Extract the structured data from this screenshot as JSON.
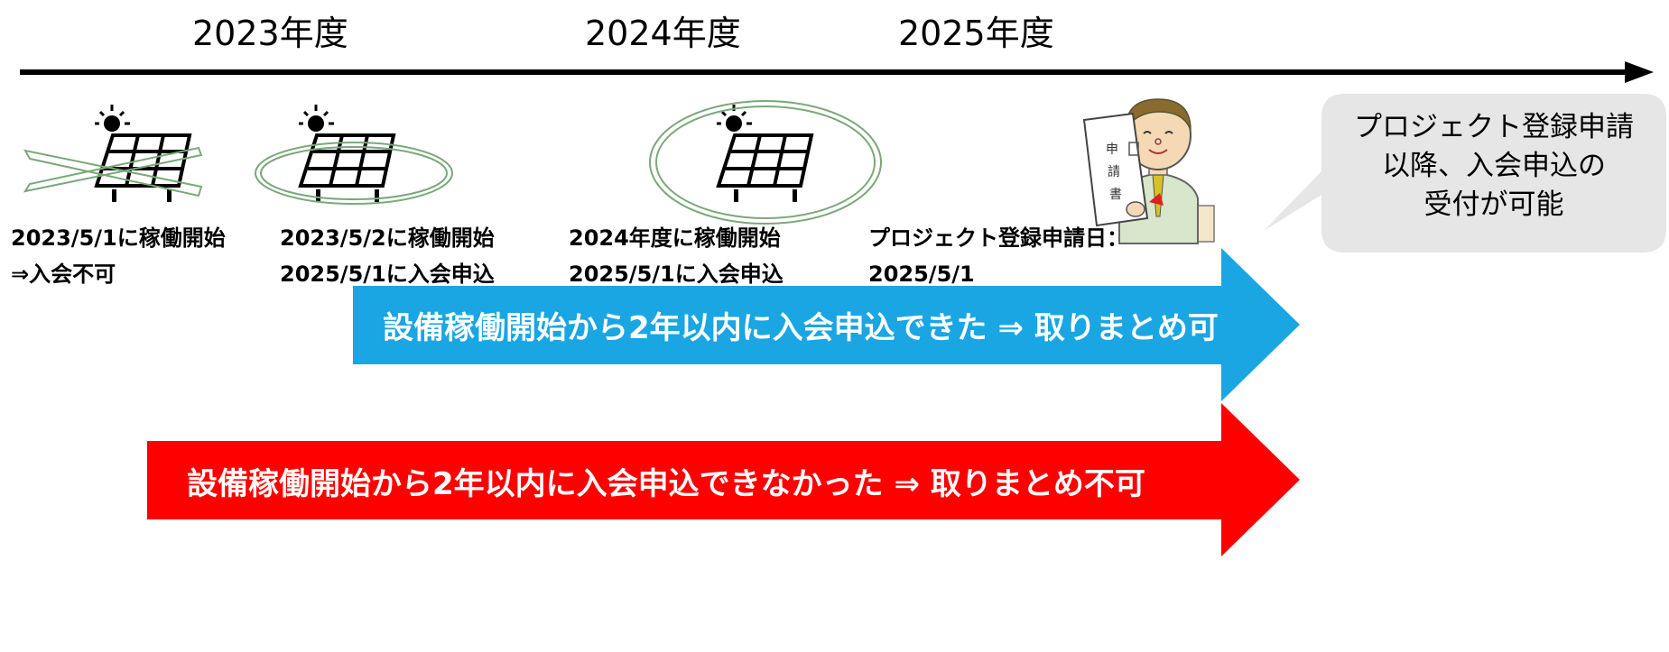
{
  "timeline": {
    "years": [
      "2023年度",
      "2024年度",
      "2025年度"
    ]
  },
  "items": [
    {
      "icon": "solar-panel-crossed",
      "lines": [
        "2023/5/1に稼働開始",
        "⇒入会不可"
      ]
    },
    {
      "icon": "solar-panel-circled",
      "lines": [
        "2023/5/2に稼働開始",
        "2025/5/1に入会申込"
      ]
    },
    {
      "icon": "solar-panel-circled",
      "lines": [
        "2024年度に稼働開始",
        "2025/5/1に入会申込"
      ]
    },
    {
      "icon": "person-holding-application",
      "lines": [
        "プロジェクト登録申請日：",
        "2025/5/1"
      ]
    }
  ],
  "bubble": {
    "lines": [
      "プロジェクト登録申請",
      "以降、入会申込の",
      "受付が可能"
    ]
  },
  "arrows": {
    "ok": {
      "label": "設備稼働開始から2年以内に入会申込できた ⇒ 取りまとめ可",
      "color": "#1aa6e2"
    },
    "ng": {
      "label": "設備稼働開始から2年以内に入会申込できなかった ⇒ 取りまとめ不可",
      "color": "#ff0000"
    }
  },
  "colors": {
    "timeline": "#000000",
    "ellipse": "#7aa87a",
    "bubble": "#e6e6e6"
  }
}
